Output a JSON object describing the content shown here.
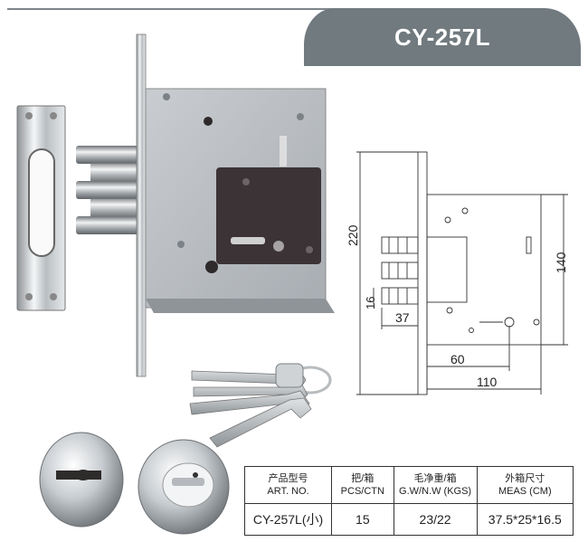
{
  "title": "CY-257L",
  "dimensions": {
    "height_total": "220",
    "height_body": "140",
    "bolt_diameter": "16",
    "bolt_throw": "37",
    "backset": "60",
    "width_total": "110"
  },
  "spec_table": {
    "headers": [
      {
        "cn": "产品型号",
        "en": "ART. NO."
      },
      {
        "cn": "把/箱",
        "en": "PCS/CTN"
      },
      {
        "cn": "毛净重/箱",
        "en": "G.W/N.W (KGS)"
      },
      {
        "cn": "外箱尺寸",
        "en": "MEAS (CM)"
      }
    ],
    "row": [
      "CY-257L(小)",
      "15",
      "23/22",
      "37.5*25*16.5"
    ]
  }
}
